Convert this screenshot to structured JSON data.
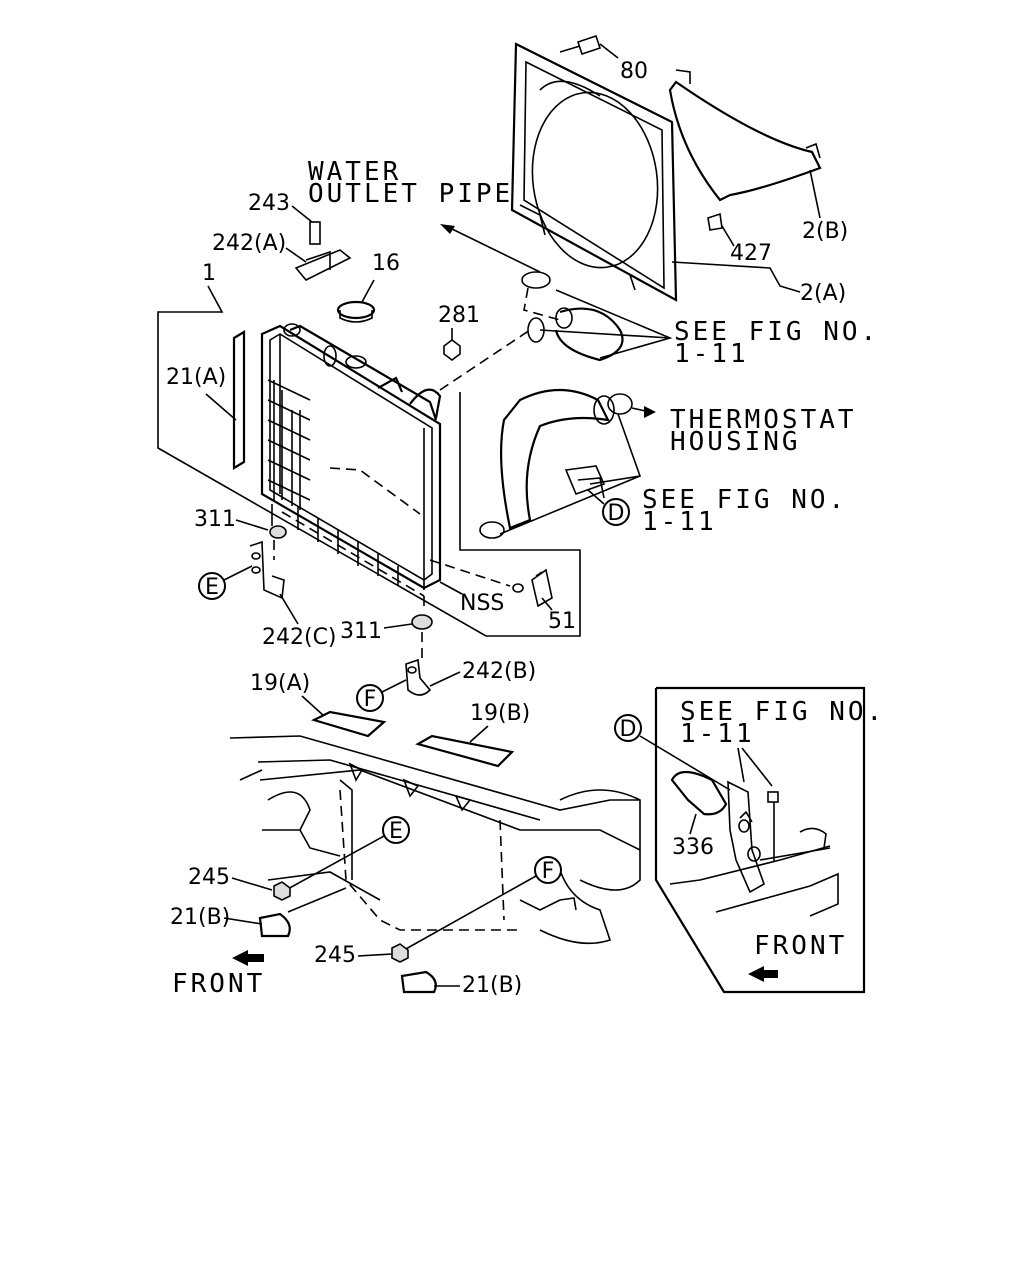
{
  "labels": {
    "water_outlet_pipe": [
      "WATER",
      "OUTLET PIPE"
    ],
    "see_fig_top": [
      "SEE FIG NO.",
      "1-11"
    ],
    "thermostat_housing": [
      "THERMOSTAT",
      "HOUSING"
    ],
    "see_fig_mid": [
      "SEE FIG NO.",
      "1-11"
    ],
    "see_fig_inset": [
      "SEE FIG NO.",
      "1-11"
    ],
    "front_left": "FRONT",
    "front_inset": "FRONT",
    "nss": "NSS"
  },
  "part_numbers": {
    "p80": "80",
    "p2b": "2(B)",
    "p427": "427",
    "p2a": "2(A)",
    "p243": "243",
    "p242a": "242(A)",
    "p16": "16",
    "p1": "1",
    "p281": "281",
    "p21a": "21(A)",
    "p311_left": "311",
    "p311_mid": "311",
    "p242c": "242(C)",
    "p51": "51",
    "p242b": "242(B)",
    "p19a": "19(A)",
    "p19b": "19(B)",
    "p245_left": "245",
    "p245_mid": "245",
    "p21b_left": "21(B)",
    "p21b_mid": "21(B)",
    "p336": "336"
  },
  "callouts": {
    "d_mid": "D",
    "d_inset": "D",
    "e_left": "E",
    "e_mid": "E",
    "f_mid": "F",
    "f_low": "F"
  }
}
